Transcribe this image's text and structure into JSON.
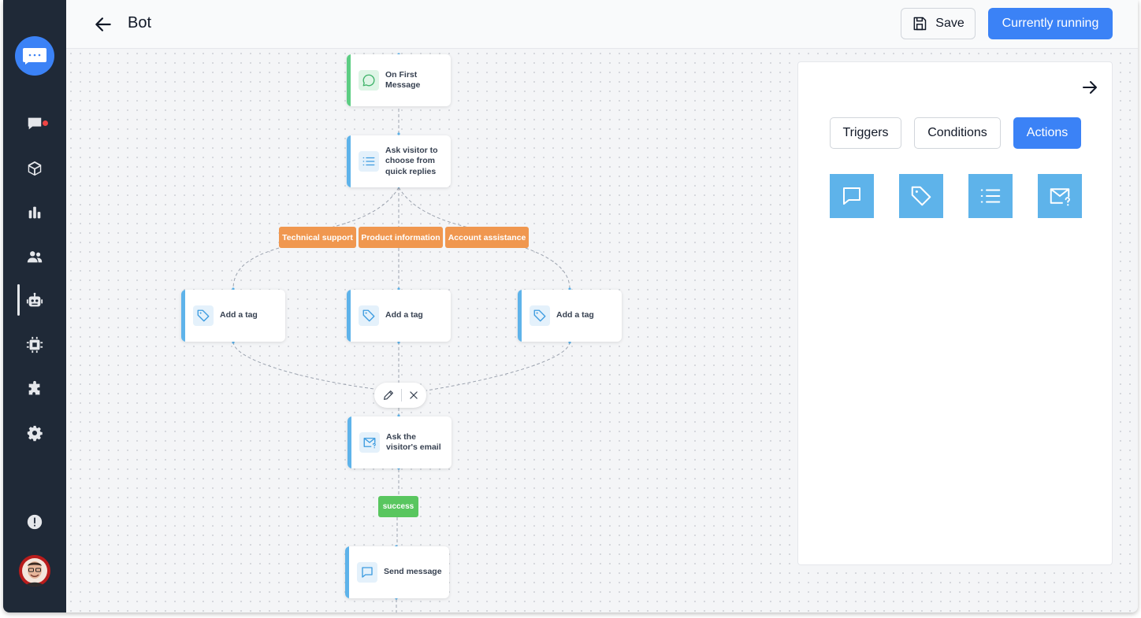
{
  "header": {
    "title": "Bot",
    "save_label": "Save",
    "status_label": "Currently running"
  },
  "sidebar": {
    "items": [
      {
        "icon": "chat-bubble-icon",
        "active": false,
        "unread": true
      },
      {
        "icon": "cube-icon",
        "active": false
      },
      {
        "icon": "bar-chart-icon",
        "active": false
      },
      {
        "icon": "users-icon",
        "active": false
      },
      {
        "icon": "robot-icon",
        "active": true
      },
      {
        "icon": "cpu-chip-icon",
        "active": false
      },
      {
        "icon": "puzzle-icon",
        "active": false
      },
      {
        "icon": "gear-icon",
        "active": false
      }
    ],
    "bottom": [
      {
        "icon": "exclamation-circle-icon"
      },
      {
        "icon": "user-avatar"
      }
    ]
  },
  "flow": {
    "nodes": {
      "trigger": "On First Message",
      "quick_replies": "Ask visitor to choose from quick replies",
      "tag_1": "Add a tag",
      "tag_2": "Add a tag",
      "tag_3": "Add a tag",
      "ask_email": "Ask the visitor's email",
      "send_message": "Send message"
    },
    "branches": [
      "Technical support",
      "Product information",
      "Account assistance"
    ],
    "success_label": "success"
  },
  "panel": {
    "tabs": [
      "Triggers",
      "Conditions",
      "Actions"
    ],
    "active_tab": "Actions",
    "actions": [
      "chat-bubble-icon",
      "tag-icon",
      "list-icon",
      "envelope-question-icon"
    ]
  },
  "colors": {
    "primary": "#3b82f6",
    "sidebar": "#1f2937",
    "node_accent": "#5eb3ea",
    "trigger_accent": "#5ccd83",
    "branch_tag": "#f0974f",
    "success_tag": "#59c65f"
  }
}
